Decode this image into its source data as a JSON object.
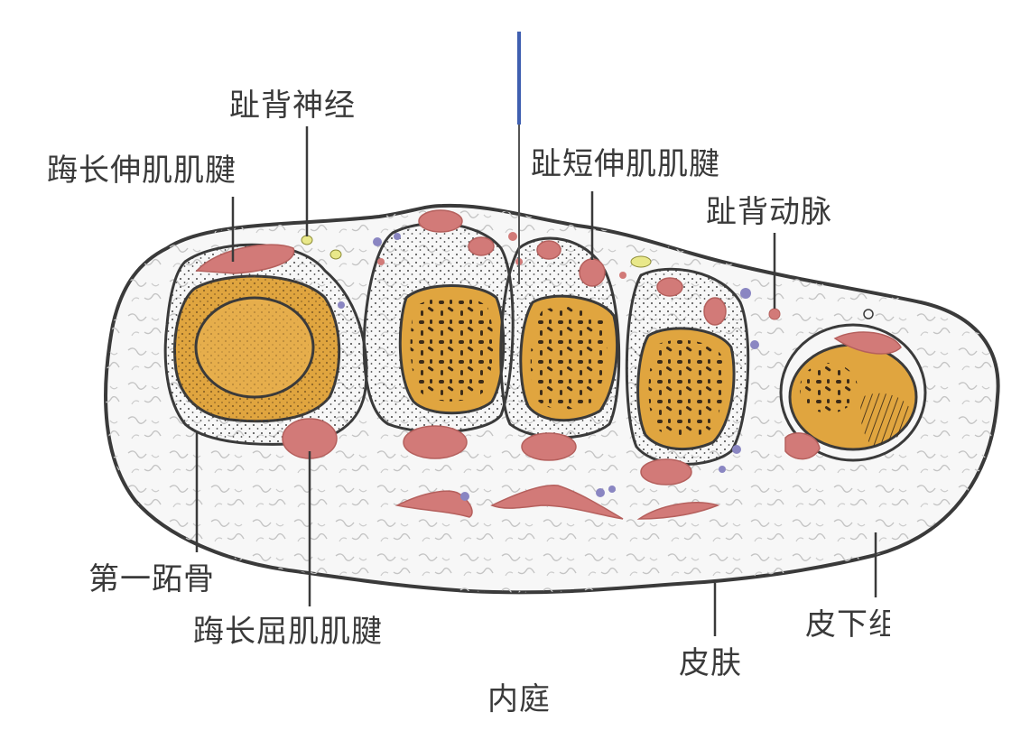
{
  "labels": {
    "nerve": "趾背神经",
    "ehl_tendon": "踇长伸肌肌腱",
    "edb_tendon": "趾短伸肌肌腱",
    "artery": "趾背动脉",
    "first_metatarsal": "第一跖骨",
    "fhl_tendon": "踇长屈肌肌腱",
    "skin": "皮肤",
    "subcutaneous": "皮下组织",
    "title": "内庭"
  },
  "colors": {
    "bone_fill": "#e0a53f",
    "bone_marrow": "#3a2a18",
    "tendon": "#d27a78",
    "vessel_small": "#8a86c2",
    "nerve": "#e9e88a",
    "outline": "#3a3a3a",
    "needle": "#3f5fb0",
    "tissue_texture": "#c9c9c9"
  }
}
